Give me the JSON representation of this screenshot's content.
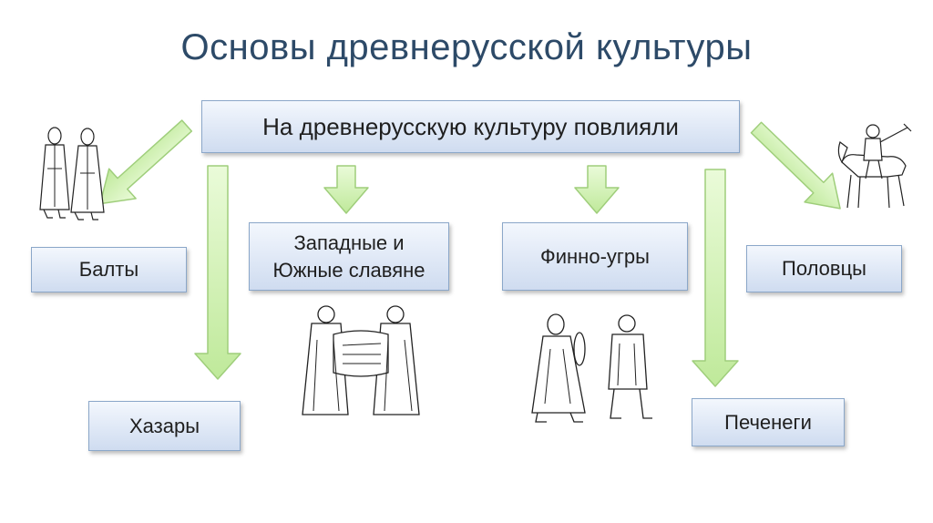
{
  "title": "Основы древнерусской культуры",
  "diagram": {
    "root": "На древнерусскую культуру повлияли",
    "nodes": [
      {
        "id": "balts",
        "label": "Балты"
      },
      {
        "id": "khazars",
        "label": "Хазары"
      },
      {
        "id": "slavs_line1",
        "label": "Западные и"
      },
      {
        "id": "slavs_line2",
        "label": "Южные славяне"
      },
      {
        "id": "finno",
        "label": "Финно-угры"
      },
      {
        "id": "polovtsy",
        "label": "Половцы"
      },
      {
        "id": "pechenegs",
        "label": "Печенеги"
      }
    ]
  },
  "colors": {
    "title": "#2d4a68",
    "box_border": "#8ba7c9",
    "arrow_fill": "#c9f0a6",
    "arrow_stroke": "#9fce7b"
  },
  "illustrations": [
    "two-women-figure",
    "monks-with-scroll-figure",
    "peasant-figures",
    "horse-rider-figure"
  ]
}
